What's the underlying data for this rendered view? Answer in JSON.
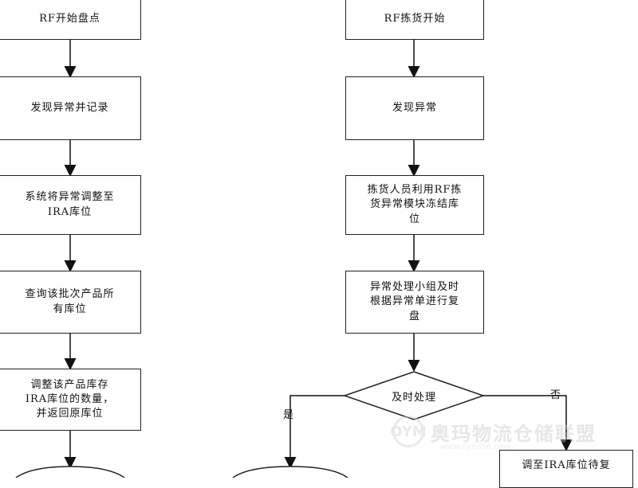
{
  "left_flow": {
    "step1": "RF开始盘点",
    "step2": "发现异常并记录",
    "step3_line1": "系统将异常调整至",
    "step3_line2": "IRA库位",
    "step4_line1": "查询该批次产品所",
    "step4_line2": "有库位",
    "step5_line1": "调整该产品库存",
    "step5_line2": "IRA库位的数量，",
    "step5_line3": "并返回原库位"
  },
  "right_flow": {
    "step1": "RF拣货开始",
    "step2": "发现异常",
    "step3_line1": "拣货人员利用RF拣",
    "step3_line2": "货异常模块冻结库",
    "step3_line3": "位",
    "step4_line1": "异常处理小组及时",
    "step4_line2": "根据异常单进行复",
    "step4_line3": "盘",
    "decision": "及时处理",
    "yes_label": "是",
    "no_label": "否",
    "no_branch_box": "调至IRA库位待复"
  },
  "watermark": {
    "logo_text": "OYM",
    "text": "奥玛物流仓储联盟",
    "url": "www.oyml56.com"
  }
}
